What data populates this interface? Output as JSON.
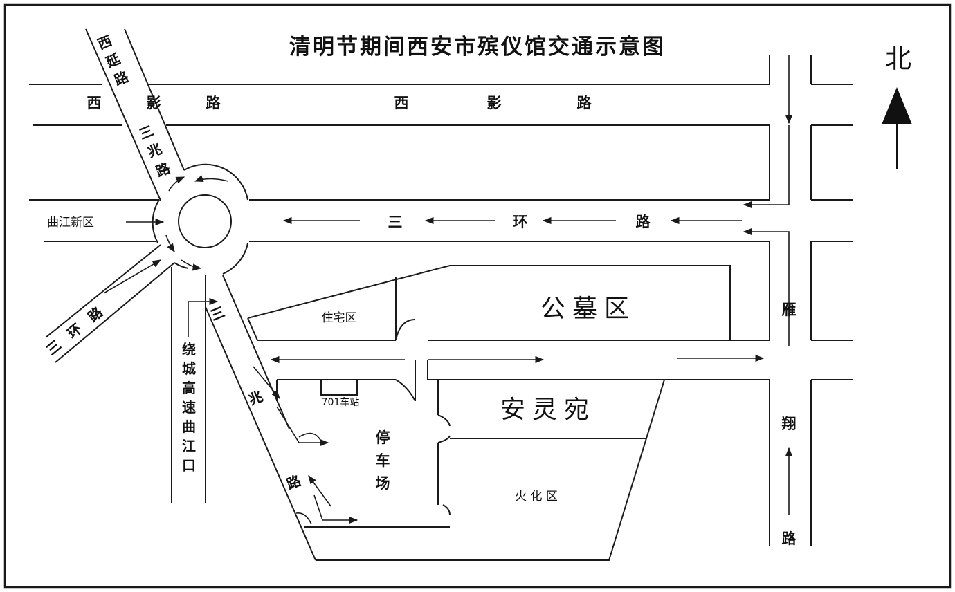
{
  "title": "清明节期间西安市殡仪馆交通示意图",
  "north": "北",
  "roads": {
    "xiying_1": [
      "西",
      "影",
      "路"
    ],
    "xiying_2": [
      "西",
      "影",
      "路"
    ],
    "xiyan": [
      "西",
      "延",
      "路"
    ],
    "sanzhao_upper": [
      "三",
      "兆",
      "路"
    ],
    "sanhuan_right": [
      "三",
      "环",
      "路"
    ],
    "sanhuan_left": [
      "三",
      "环",
      "路"
    ],
    "sanzhao_lower": [
      "三",
      "兆",
      "路"
    ],
    "yanxiang": [
      "雁",
      "翔",
      "路"
    ],
    "raocheng": [
      "绕",
      "城",
      "高",
      "速",
      "曲",
      "江",
      "口"
    ]
  },
  "places": {
    "qujiang": "曲江新区",
    "residential": "住宅区",
    "cemetery": "公墓区",
    "anlingyuan": "安灵宛",
    "parking": [
      "停",
      "车",
      "场"
    ],
    "bus_stop": "701车站",
    "crematorium": "火 化 区"
  }
}
